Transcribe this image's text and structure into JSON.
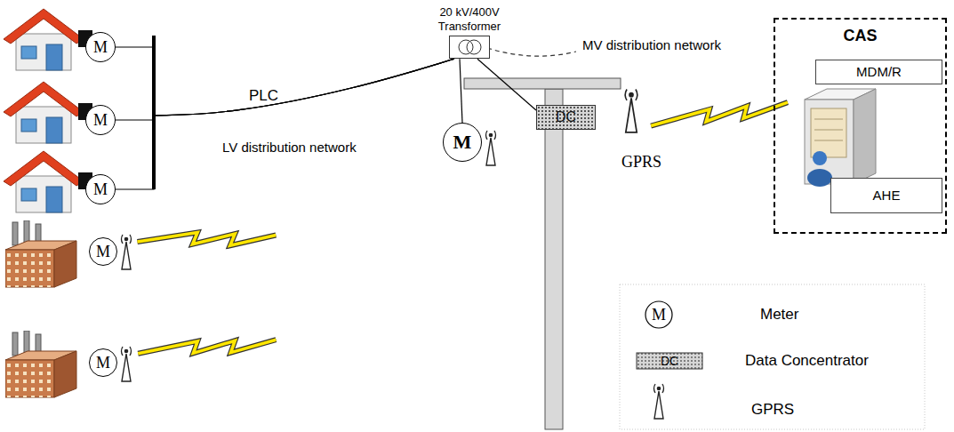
{
  "diagram": {
    "nodes": [
      {
        "text": [
          "M"
        ]
      },
      {
        "text": [
          "M"
        ]
      },
      {
        "text": [
          "M"
        ]
      },
      {
        "text": [
          "M"
        ]
      },
      {
        "text": [
          "M"
        ]
      },
      {
        "text": [
          "20 kV/400V Transformer"
        ]
      },
      {
        "text": [
          "M"
        ]
      },
      {
        "text": [
          "DC"
        ]
      },
      {
        "text": [
          "CAS"
        ]
      },
      {
        "text": [
          "MDM/R"
        ],
        "in": 8
      },
      {
        "text": [
          "AHE"
        ],
        "in": 8
      }
    ],
    "edges": [
      {
        "from": 0,
        "to": 5,
        "arrow": "none"
      },
      {
        "from": 1,
        "to": 5,
        "arrow": "none"
      },
      {
        "from": 2,
        "to": 5,
        "arrow": "none"
      },
      {
        "from": 5,
        "to": 6,
        "arrow": "none"
      },
      {
        "from": 5,
        "to": 7,
        "arrow": "none"
      }
    ],
    "labels": [
      "PLC",
      "LV distribution network",
      "MV distribution network",
      "GPRS",
      "M",
      "DC"
    ],
    "legend": [
      {
        "text": "Meter"
      },
      {
        "text": "Data Concentrator"
      },
      {
        "text": "GPRS"
      }
    ]
  }
}
